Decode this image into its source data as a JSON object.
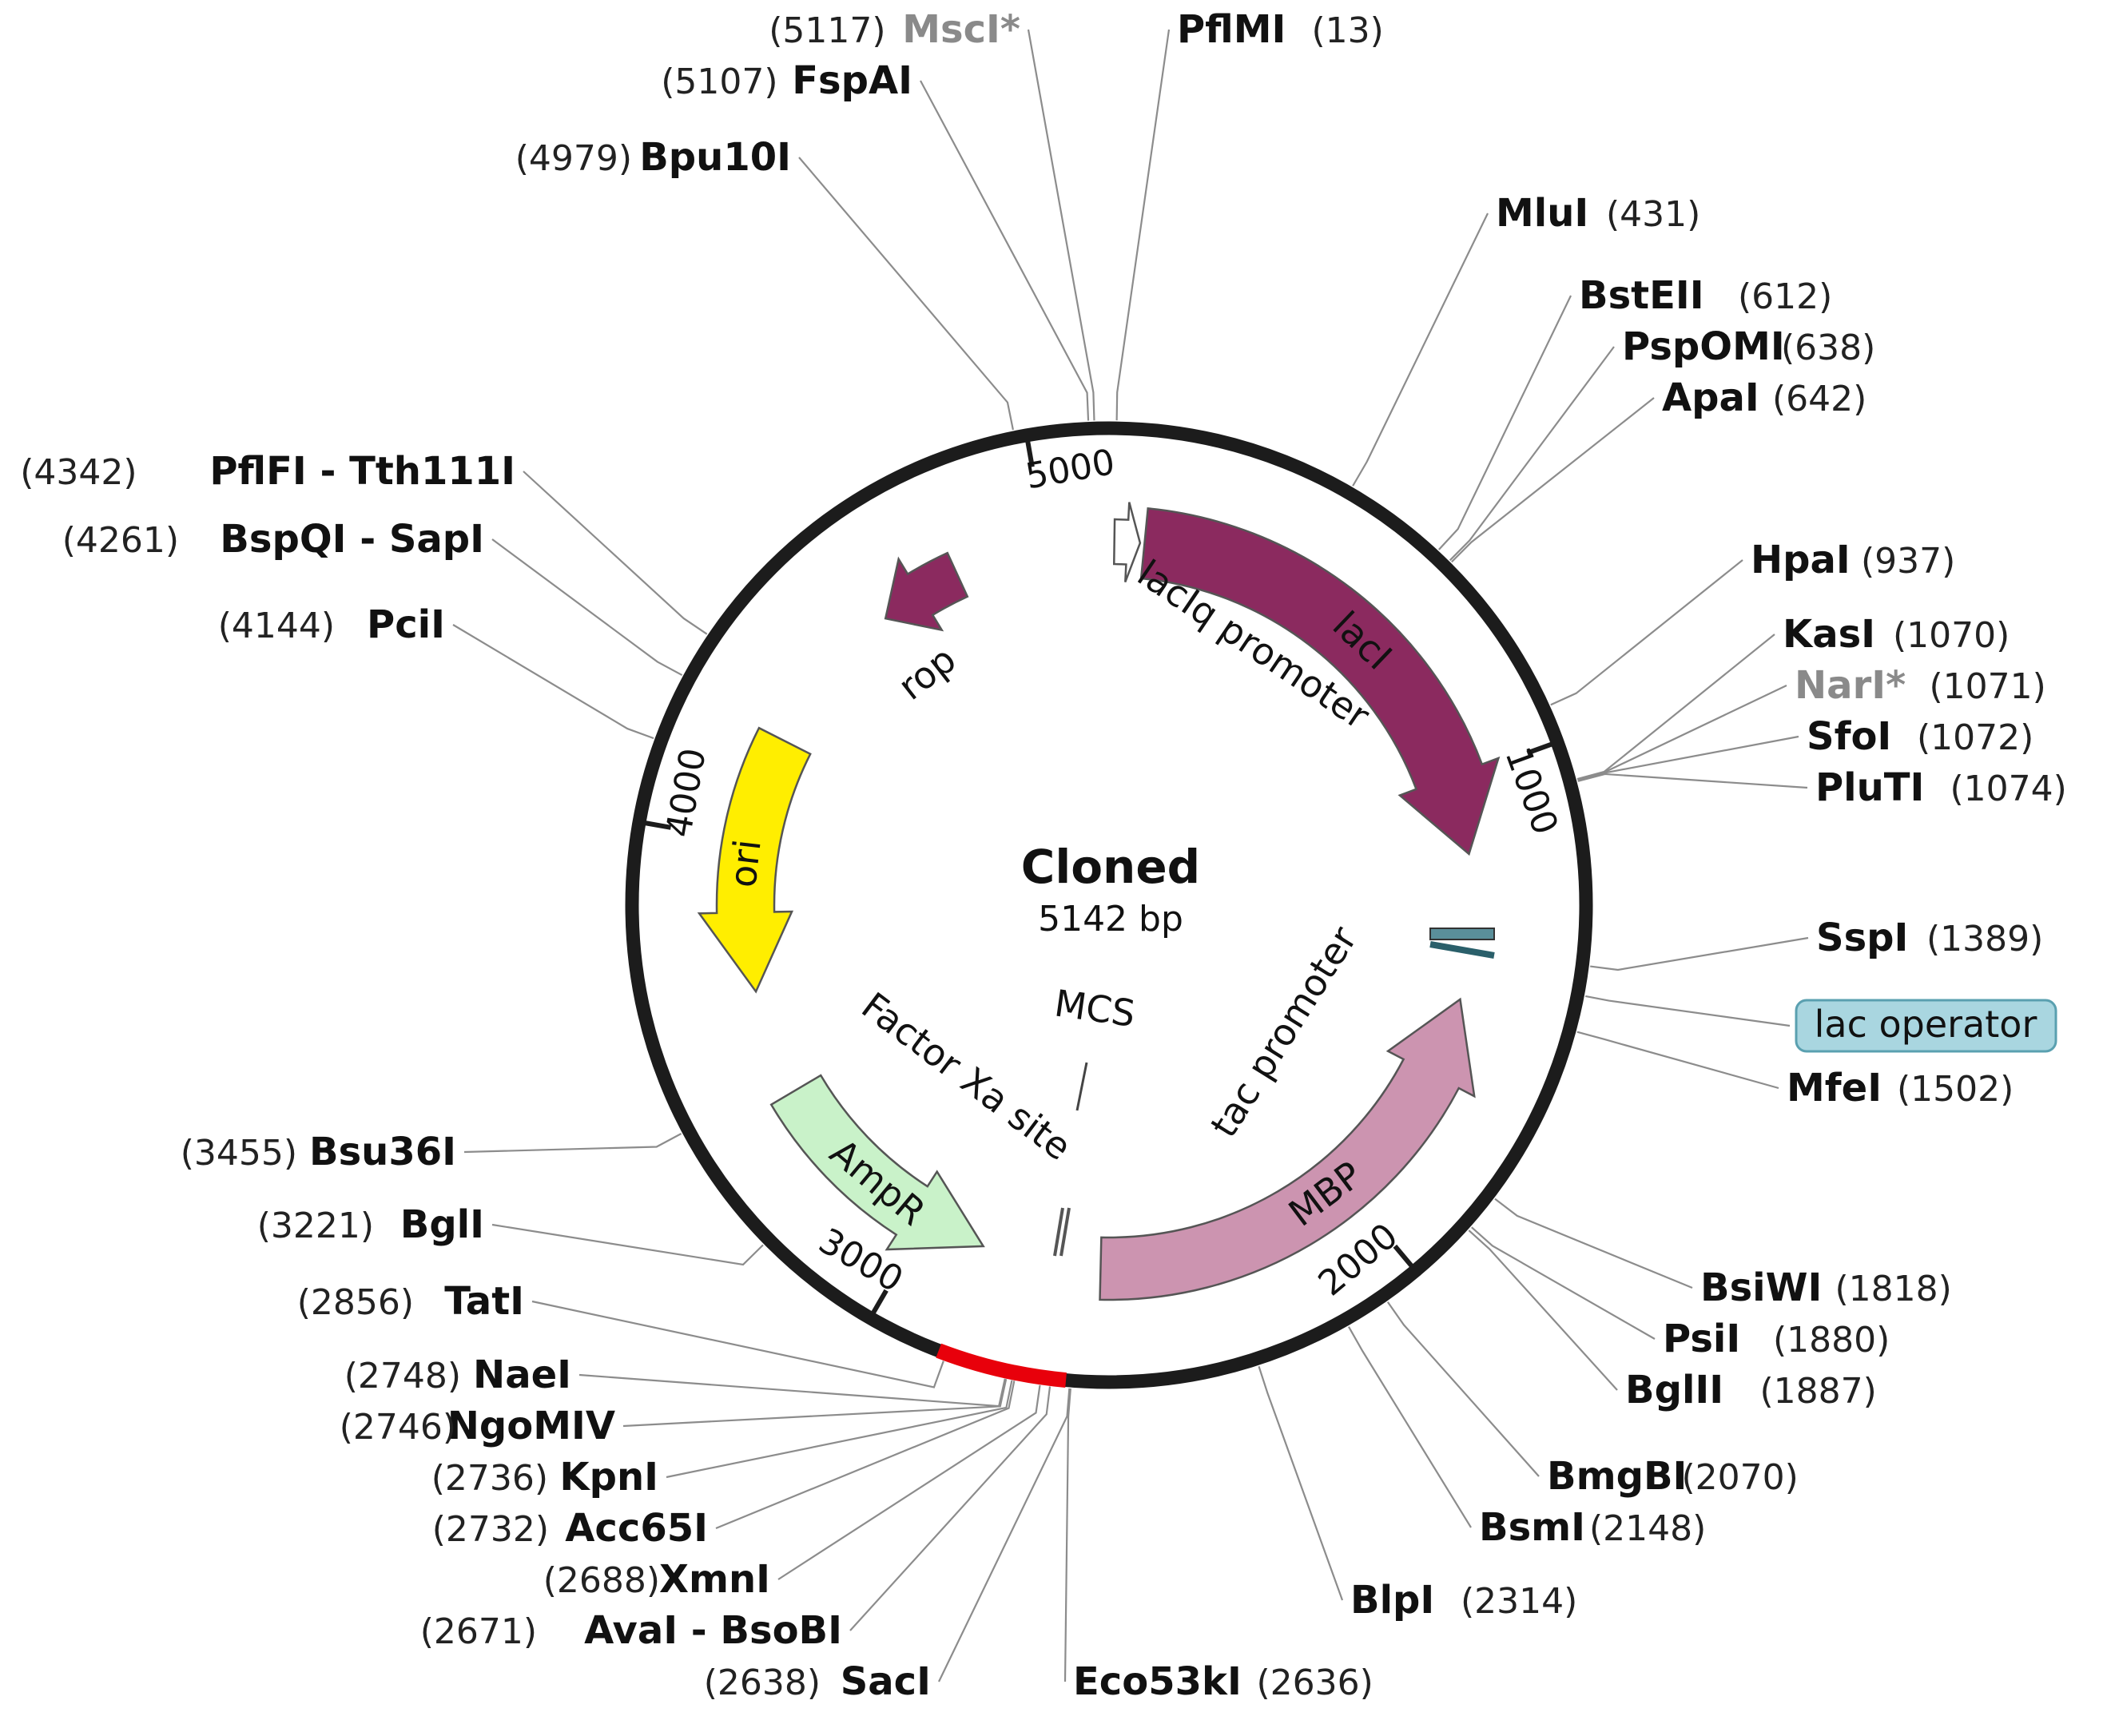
{
  "plasmid": {
    "name": "Cloned",
    "size_label": "5142 bp",
    "length_bp": 5142
  },
  "colors": {
    "backbone": "#1c1c1c",
    "lacI": "#8b2a5f",
    "rop": "#8b2a5f",
    "ori": "#ffee00",
    "AmpR": "#c9f2c9",
    "MBP": "#cc94b0",
    "lacIq_promoter": "#ffffff",
    "lac_operator": "#a9d6e0",
    "mcs_region": "#e8000b",
    "leader_line": "#8c8c8c",
    "dim_text": "#8a8a8a"
  },
  "ticks": [
    {
      "bp": 1000,
      "label": "1000"
    },
    {
      "bp": 2000,
      "label": "2000"
    },
    {
      "bp": 3000,
      "label": "3000"
    },
    {
      "bp": 4000,
      "label": "4000"
    },
    {
      "bp": 5000,
      "label": "5000"
    }
  ],
  "features": [
    {
      "name": "lacI",
      "label": "lacI",
      "start": 80,
      "end": 1170,
      "strand": 1,
      "color": "#8b2a5f",
      "label_color": "#ffffff"
    },
    {
      "name": "MBP",
      "label": "MBP",
      "start": 1500,
      "end": 2590,
      "strand": -1,
      "color": "#cc94b0",
      "label_color": "#2a0a1a"
    },
    {
      "name": "AmpR",
      "label": "AmpR",
      "start": 2860,
      "end": 3420,
      "strand": -1,
      "color": "#c9f2c9",
      "label_color": "#111111"
    },
    {
      "name": "ori",
      "label": "ori",
      "start": 3660,
      "end": 4240,
      "strand": -1,
      "color": "#ffee00",
      "label_color": "#111111"
    },
    {
      "name": "rop",
      "label": "rop",
      "start": 4600,
      "end": 4790,
      "strand": -1,
      "color": "#8b2a5f",
      "label_color": "#111111"
    },
    {
      "name": "lacIq-promoter",
      "label": "lacIq promoter",
      "start": 12,
      "end": 70,
      "strand": 1,
      "color": "#ffffff",
      "label_color": "#111111"
    }
  ],
  "feature_labels": [
    {
      "name": "lacIq-promoter-label",
      "text": "lacIq promoter"
    },
    {
      "name": "tac-promoter-label",
      "text": "tac promoter"
    },
    {
      "name": "factor-xa-label",
      "text": "Factor Xa site"
    },
    {
      "name": "mcs-label",
      "text": "MCS"
    },
    {
      "name": "rop-label",
      "text": "rop"
    }
  ],
  "lac_operator": {
    "label": "lac operator",
    "bp": 1440
  },
  "sites": [
    {
      "name": "MscI*",
      "pos": 5117,
      "pos_label": "(5117)",
      "dim": true
    },
    {
      "name": "FspAI",
      "pos": 5107,
      "pos_label": "(5107)",
      "dim": false
    },
    {
      "name": "Bpu10I",
      "pos": 4979,
      "pos_label": "(4979)",
      "dim": false
    },
    {
      "name": "PflMI",
      "pos": 13,
      "pos_label": "(13)",
      "dim": false
    },
    {
      "name": "MluI",
      "pos": 431,
      "pos_label": "(431)",
      "dim": false
    },
    {
      "name": "BstEII",
      "pos": 612,
      "pos_label": "(612)",
      "dim": false
    },
    {
      "name": "PspOMI",
      "pos": 638,
      "pos_label": "(638)",
      "dim": false
    },
    {
      "name": "ApaI",
      "pos": 642,
      "pos_label": "(642)",
      "dim": false
    },
    {
      "name": "HpaI",
      "pos": 937,
      "pos_label": "(937)",
      "dim": false
    },
    {
      "name": "KasI",
      "pos": 1070,
      "pos_label": "(1070)",
      "dim": false
    },
    {
      "name": "NarI*",
      "pos": 1071,
      "pos_label": "(1071)",
      "dim": true
    },
    {
      "name": "SfoI",
      "pos": 1072,
      "pos_label": "(1072)",
      "dim": false
    },
    {
      "name": "PluTI",
      "pos": 1074,
      "pos_label": "(1074)",
      "dim": false
    },
    {
      "name": "SspI",
      "pos": 1389,
      "pos_label": "(1389)",
      "dim": false
    },
    {
      "name": "MfeI",
      "pos": 1502,
      "pos_label": "(1502)",
      "dim": false
    },
    {
      "name": "BsiWI",
      "pos": 1818,
      "pos_label": "(1818)",
      "dim": false
    },
    {
      "name": "PsiI",
      "pos": 1880,
      "pos_label": "(1880)",
      "dim": false
    },
    {
      "name": "BglII",
      "pos": 1887,
      "pos_label": "(1887)",
      "dim": false
    },
    {
      "name": "BmgBI",
      "pos": 2070,
      "pos_label": "(2070)",
      "dim": false
    },
    {
      "name": "BsmI",
      "pos": 2148,
      "pos_label": "(2148)",
      "dim": false
    },
    {
      "name": "BlpI",
      "pos": 2314,
      "pos_label": "(2314)",
      "dim": false
    },
    {
      "name": "Eco53kI",
      "pos": 2636,
      "pos_label": "(2636)",
      "dim": false
    },
    {
      "name": "SacI",
      "pos": 2638,
      "pos_label": "(2638)",
      "dim": false
    },
    {
      "name": "AvaI - BsoBI",
      "pos": 2671,
      "pos_label": "(2671)",
      "dim": false
    },
    {
      "name": "XmnI",
      "pos": 2688,
      "pos_label": "(2688)",
      "dim": false
    },
    {
      "name": "Acc65I",
      "pos": 2732,
      "pos_label": "(2732)",
      "dim": false
    },
    {
      "name": "KpnI",
      "pos": 2736,
      "pos_label": "(2736)",
      "dim": false
    },
    {
      "name": "NgoMIV",
      "pos": 2746,
      "pos_label": "(2746)",
      "dim": false
    },
    {
      "name": "NaeI",
      "pos": 2748,
      "pos_label": "(2748)",
      "dim": false
    },
    {
      "name": "TatI",
      "pos": 2856,
      "pos_label": "(2856)",
      "dim": false
    },
    {
      "name": "BglI",
      "pos": 3221,
      "pos_label": "(3221)",
      "dim": false
    },
    {
      "name": "Bsu36I",
      "pos": 3455,
      "pos_label": "(3455)",
      "dim": false
    },
    {
      "name": "PciI",
      "pos": 4144,
      "pos_label": "(4144)",
      "dim": false
    },
    {
      "name": "BspQI - SapI",
      "pos": 4261,
      "pos_label": "(4261)",
      "dim": false
    },
    {
      "name": "PflFI - Tth111I",
      "pos": 4342,
      "pos_label": "(4342)",
      "dim": false
    }
  ]
}
